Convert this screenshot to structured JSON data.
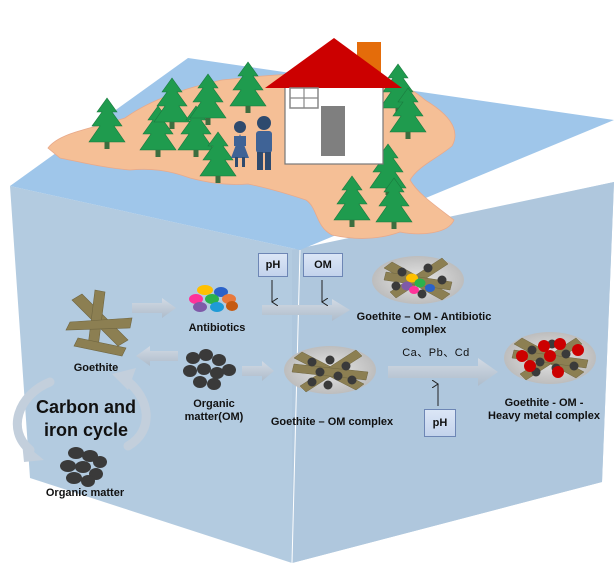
{
  "labels": {
    "antibiotics": "Antibiotics",
    "goethite": "Goethite",
    "organic_matter_om_line1": "Organic",
    "organic_matter_om_line2": "matter(OM)",
    "carbon_iron_line1": "Carbon and",
    "carbon_iron_line2": "iron cycle",
    "organic_matter": "Organic matter",
    "goethite_om_complex": "Goethite – OM complex",
    "goethite_om_antibiotic_line1": "Goethite – OM - Antibiotic",
    "goethite_om_antibiotic_line2": "complex",
    "goethite_om_heavy_metal_line1": "Goethite - OM -",
    "goethite_om_heavy_metal_line2": "Heavy metal complex",
    "metals": "Ca、Pb、Cd"
  },
  "boxes": {
    "ph_top": "pH",
    "om_top": "OM",
    "ph_bottom": "pH"
  },
  "colors": {
    "water_surface": "#9fc6ea",
    "water_body": "#b3cbe0",
    "island": "#f5bf96",
    "tree": "#1f9b4e",
    "roof": "#cc0000",
    "chimney": "#e46c0a",
    "goethite": "#8c7f52",
    "organic_matter": "#3a3a3a",
    "heavy_metal": "#cc0000",
    "arrow": "#c3cfdc"
  }
}
